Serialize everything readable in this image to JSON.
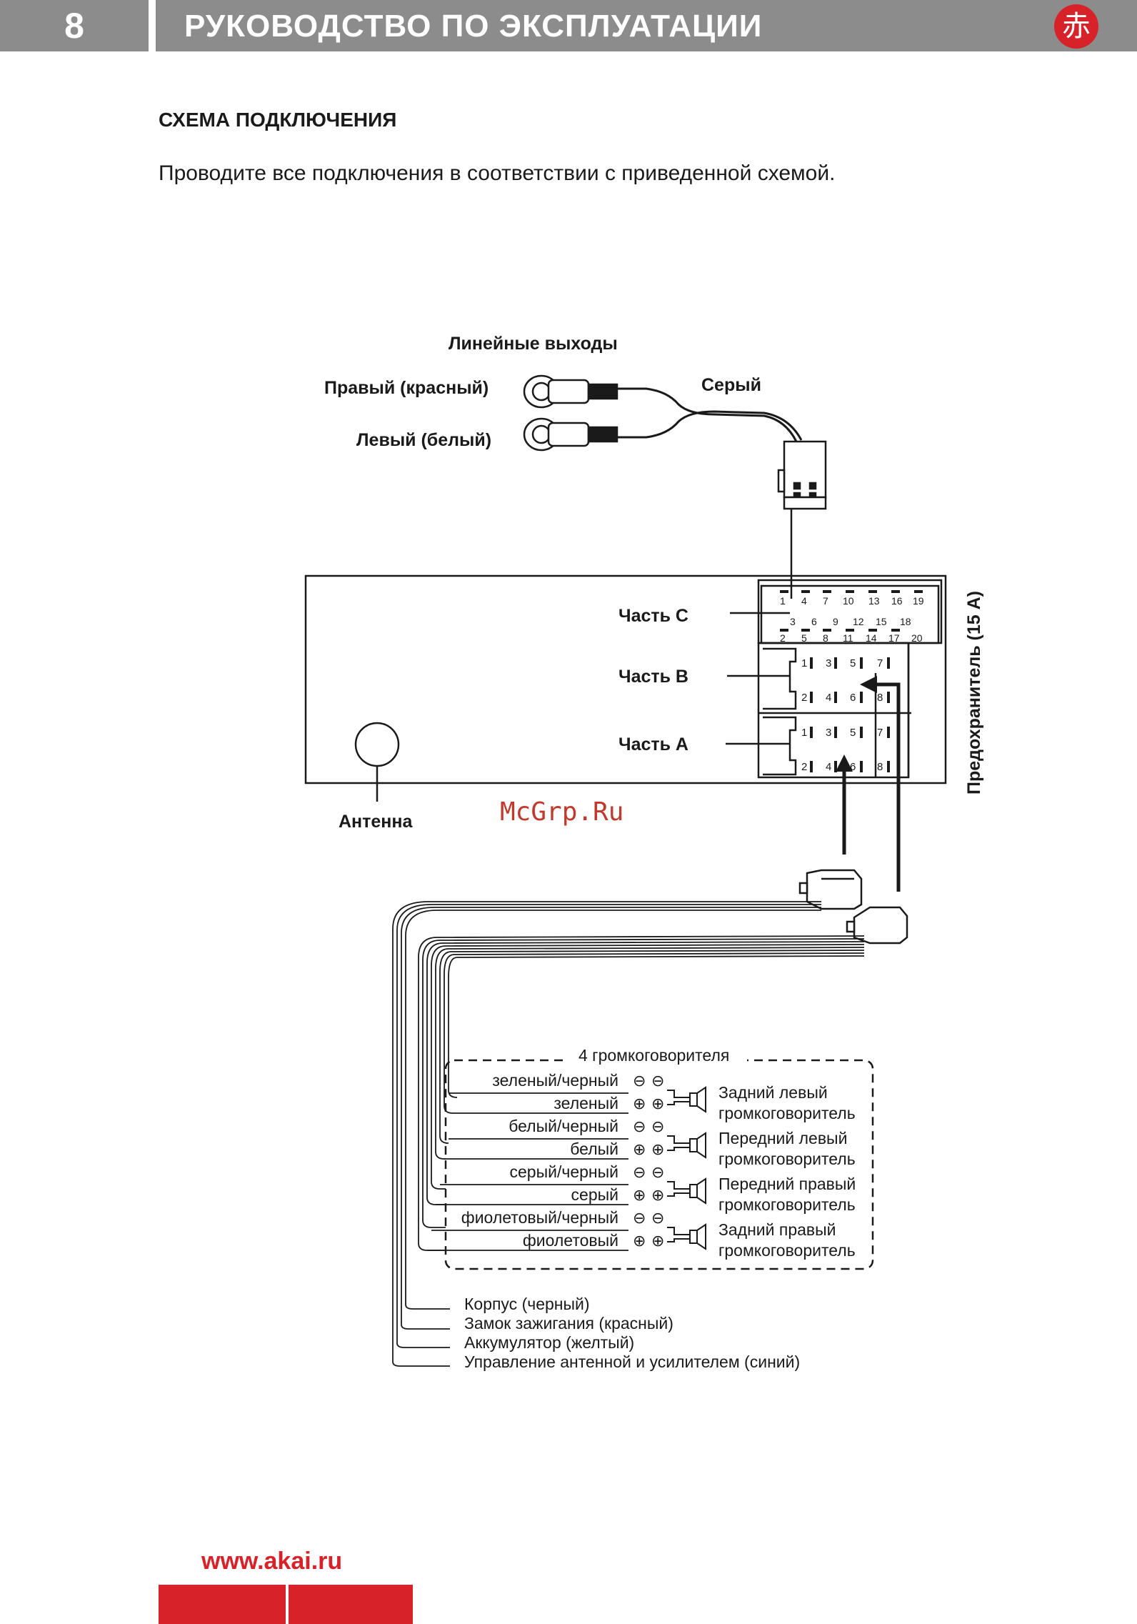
{
  "header": {
    "page_number": "8",
    "title": "РУКОВОДСТВО ПО ЭКСПЛУАТАЦИИ",
    "logo_glyph": "赤"
  },
  "section": {
    "title": "СХЕМА ПОДКЛЮЧЕНИЯ",
    "intro": "Проводите все подключения в соответствии с приведенной схемой."
  },
  "diagram": {
    "line_outputs": "Линейные выходы",
    "right_red": "Правый (красный)",
    "left_white": "Левый (белый)",
    "gray": "Серый",
    "part_c": "Часть C",
    "part_b": "Часть B",
    "part_a": "Часть A",
    "fuse": "Предохранитель (15 А)",
    "antenna": "Антенна",
    "watermark": "McGrp.Ru",
    "pins_c_top": [
      "1",
      "4",
      "7",
      "10",
      "13",
      "16",
      "19"
    ],
    "pins_c_mid": [
      "3",
      "6",
      "9",
      "12",
      "15",
      "18"
    ],
    "pins_c_bot": [
      "2",
      "5",
      "8",
      "11",
      "14",
      "17",
      "20"
    ],
    "pins_b_top": [
      "1",
      "3",
      "5",
      "7"
    ],
    "pins_b_bot": [
      "2",
      "4",
      "6",
      "8"
    ],
    "pins_a_top": [
      "1",
      "3",
      "5",
      "7"
    ],
    "pins_a_bot": [
      "2",
      "4",
      "6",
      "8"
    ],
    "speakers_title": "4 громкоговорителя",
    "wires": [
      "зеленый/черный",
      "зеленый",
      "белый/черный",
      "белый",
      "серый/черный",
      "серый",
      "фиолетовый/черный",
      "фиолетовый"
    ],
    "speakers": [
      {
        "line1": "Задний левый",
        "line2": "громкоговоритель"
      },
      {
        "line1": "Передний левый",
        "line2": "громкоговоритель"
      },
      {
        "line1": "Передний правый",
        "line2": "громкоговоритель"
      },
      {
        "line1": "Задний правый",
        "line2": "громкоговоритель"
      }
    ],
    "minus": "⊖",
    "plus": "⊕",
    "power_wires": [
      "Корпус (черный)",
      "Замок зажигания (красный)",
      "Аккумулятор (желтый)",
      "Управление антенной и усилителем (синий)"
    ]
  },
  "footer": {
    "url": "www.akai.ru"
  }
}
